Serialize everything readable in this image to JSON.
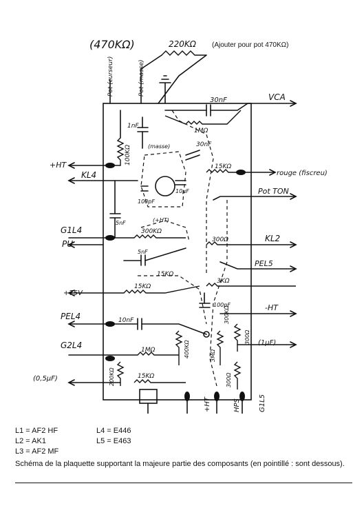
{
  "labels": {
    "pot_top": "(470KΩ)",
    "pot_curseur": "Pot (curseur)",
    "pot_masse": "Pot (masse)",
    "r_220k": "220KΩ",
    "ajouter": "(Ajouter pour pot 470KΩ)",
    "c_30nf_top": "30nF",
    "r_1m_top": "1MΩ",
    "vca": "VCA",
    "c_1nf": "1nF",
    "r_100k": "100KΩ",
    "masse": "(masse)",
    "c_30nf_mid": "30nF",
    "r_15k_top": "15KΩ",
    "rouge": "rouge (fiscreu)",
    "plus_ht": "+HT",
    "kl4": "KL4",
    "c_10uf": "10μF",
    "c_100pf": "100pF",
    "pot_ton": "Pot TON",
    "c_5nf_left": "5nF",
    "plus_ht_small": "(+HT)",
    "g1l4": "G1L4",
    "r_300k": "300KΩ",
    "pu": "PU",
    "c_5nf_mid": "5nF",
    "r_300_kl2": "300Ω",
    "kl2": "KL2",
    "pel5": "PEL5",
    "r_15k_mid": "15KΩ",
    "r_3k": "3KΩ",
    "plus_75v": "+75V",
    "r_15k_left": "15KΩ",
    "c_100pf_right": "100pF",
    "minus_ht": "-HT",
    "pel4": "PEL4",
    "c_10nf": "10nF",
    "c_300k_cap": "300KΩ",
    "r_300_right": "300Ω",
    "g2l4": "G2L4",
    "r_1m_low": "1MΩ",
    "r_400k": "400KΩ",
    "r_3m": "3MΩ",
    "c_1uf": "(1μF)",
    "c_05uf": "(0,5μF)",
    "r_200k": "200KΩ",
    "r_15k_bottom": "15KΩ",
    "r_300_bottom": "300Ω",
    "bottom_ht": "+HT",
    "bottom_hps": "HPS",
    "bottom_g1l5": "G1L5"
  },
  "legend": {
    "left": [
      "L1 = AF2 HF",
      "L2 = AK1",
      "L3 = AF2 MF"
    ],
    "right": [
      "L4 = E446",
      "L5 = E463"
    ]
  },
  "caption": "Schéma de la plaquette supportant la majeure partie des composants (en pointillé : sont dessous)."
}
